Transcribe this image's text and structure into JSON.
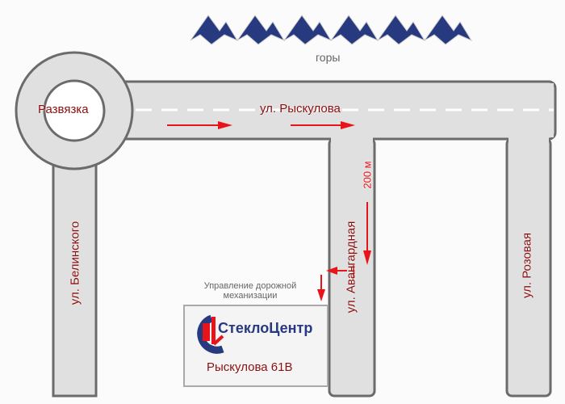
{
  "mountains": {
    "label": "горы",
    "count": 6,
    "color": "#27397f"
  },
  "roundabout": {
    "label": "Развязка"
  },
  "streets": {
    "ryskulova": "ул. Рыскулова",
    "belinskogo": "ул. Белинского",
    "avangardnaya": "ул. Авангардная",
    "rozovaya": "ул. Розовая"
  },
  "distance_label": "200 м",
  "landmark": "Управление дорожной механизации",
  "destination": {
    "logo_text": "СтеклоЦентр",
    "address": "Рыскулова 61В"
  },
  "colors": {
    "road": "#e0e0e0",
    "road_edge": "#6b6b6b",
    "arrow": "#e8141c",
    "label": "#8b0e0e",
    "brand_blue": "#27397f",
    "brand_red": "#e8141c"
  }
}
